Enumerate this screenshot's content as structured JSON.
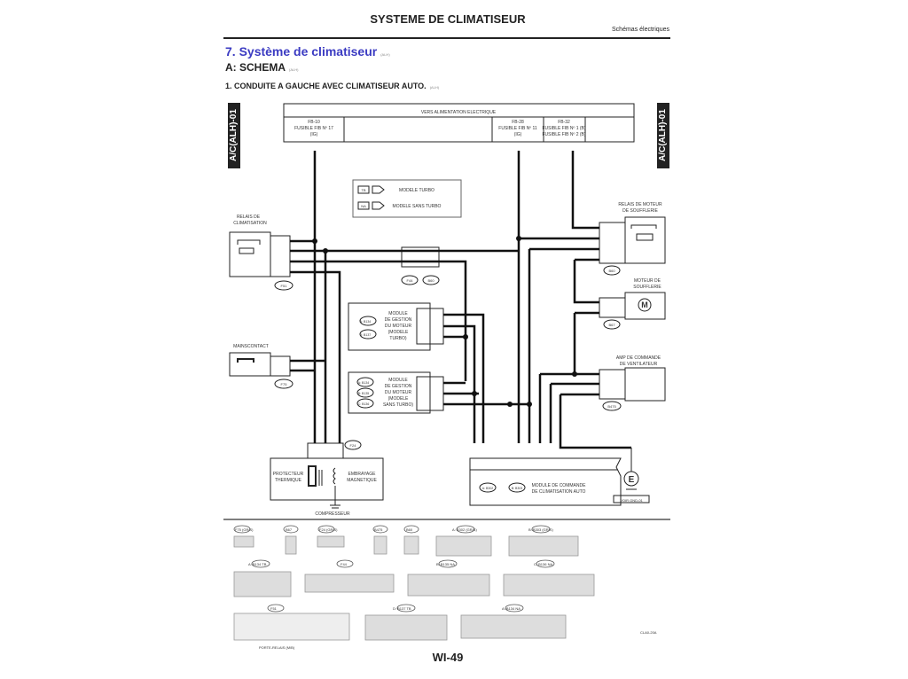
{
  "header": {
    "title": "SYSTEME DE CLIMATISEUR",
    "subtitle": "Schémas électriques"
  },
  "section": {
    "title": "7. Système de climatiseur",
    "subsection": "A: SCHEMA",
    "item": "1. CONDUITE A GAUCHE AVEC CLIMATISEUR AUTO.",
    "tag": "(ALH)"
  },
  "side_tab": "A/C(ALH)-01",
  "power_box": {
    "header": "VERS ALIMENTATION ELECTRIQUE",
    "cells": [
      {
        "line1": "FB-10",
        "line2": "FUSIBLE FIB Nº 17",
        "line3": "(IG)"
      },
      {
        "line1": "FB-28",
        "line2": "FUSIBLE FIB Nº 11",
        "line3": "(IG)"
      },
      {
        "line1": "FB-32",
        "line2": "FUSIBLE FIB Nº 1 (B)",
        "line3": "FUSIBLE FIB Nº 2 (B)"
      }
    ]
  },
  "legend": {
    "items": [
      {
        "code": "TB",
        "label": "MODELE TURBO"
      },
      {
        "code": "NA",
        "label": "MODELE SANS TURBO"
      }
    ]
  },
  "components": {
    "relais_clim": {
      "line1": "RELAIS DE",
      "line2": "CLIMATISATION",
      "connector": "F51"
    },
    "mainscontact": {
      "line1": "MAINSCONTACT",
      "connector": "F75"
    },
    "ecm_turbo": {
      "lines": [
        "MODULE",
        "DE GESTION",
        "DU MOTEUR",
        "(MODELE",
        "TURBO)"
      ],
      "conn_a": "A: B134",
      "conn_b": "B: B137"
    },
    "ecm_na": {
      "lines": [
        "MODULE",
        "DE GESTION",
        "DU MOTEUR",
        "(MODELE",
        "SANS TURBO)"
      ],
      "conn_a": "A: B134",
      "conn_b": "B: B135",
      "conn_c": "C: B136"
    },
    "blower_relay": {
      "line1": "RELAIS DE MOTEUR",
      "line2": "DE SOUFFLERIE",
      "connector": "B60"
    },
    "blower_motor": {
      "line1": "MOTEUR DE",
      "line2": "SOUFFLERIE",
      "connector": "B67",
      "symbol": "M"
    },
    "vent_amp": {
      "line1": "AMP DE COMMANDE",
      "line2": "DE VENTILATEUR",
      "connector": "B475"
    },
    "auto_ac_module": {
      "line1": "MODULE DE COMMANDE",
      "line2": "DE CLIMATISATION AUTO",
      "conn_a": "A: B302",
      "conn_b": "B: B303"
    },
    "compressor": {
      "thermal": [
        "PROTECTEUR",
        "THERMIQUE"
      ],
      "clutch": [
        "EMBRAYAGE",
        "MAGNETIQUE"
      ],
      "label": "COMPRESSEUR",
      "connector": "F24"
    },
    "ground": {
      "symbol": "E",
      "label": "VOIR GND-01"
    },
    "splice": [
      "F44",
      "B60"
    ]
  },
  "connector_views": {
    "row1": [
      "F75 (GR/S)",
      "B67",
      "F24 (GR/S)",
      "B475",
      "B60",
      "A: B302 (GR/S)",
      "B: B303 (GR/S)"
    ],
    "row2": [
      "A: B134 TB",
      "F44",
      "B: B135 NA",
      "C: B136 NA"
    ],
    "row3": [
      "F51",
      "D: B137 TB",
      "A: B134 NA"
    ],
    "relay_holder": "PORTE-RELAIS (M/B)",
    "figure_id": "CLA0-20A"
  },
  "footer": {
    "page": "WI-49"
  },
  "colors": {
    "section_title": "#3b3bc2",
    "ink": "#222222"
  }
}
